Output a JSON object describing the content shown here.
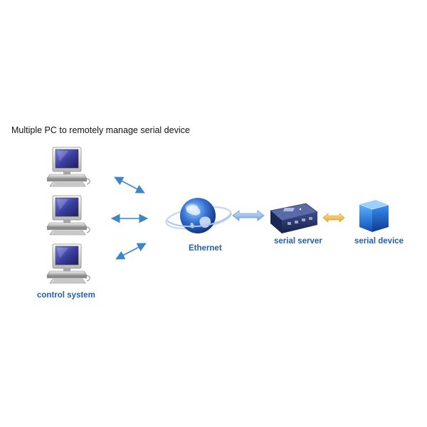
{
  "title": "Multiple PC to remotely manage serial device",
  "labels": {
    "control_system": "control system",
    "ethernet": "Ethernet",
    "serial_server": "serial server",
    "serial_device": "serial device"
  },
  "colors": {
    "label_text": "#2460a8",
    "pc_arrow": "#3a86c8",
    "ethernet_arrow": "#8fb8e8",
    "serial_arrow": "#f0b030",
    "cube": "#2a7fe0",
    "globe": "#2c5fb8"
  },
  "icons": {
    "pc": "desktop-pc-icon",
    "globe": "globe-icon",
    "server": "serial-server-icon",
    "device": "cube-icon"
  }
}
